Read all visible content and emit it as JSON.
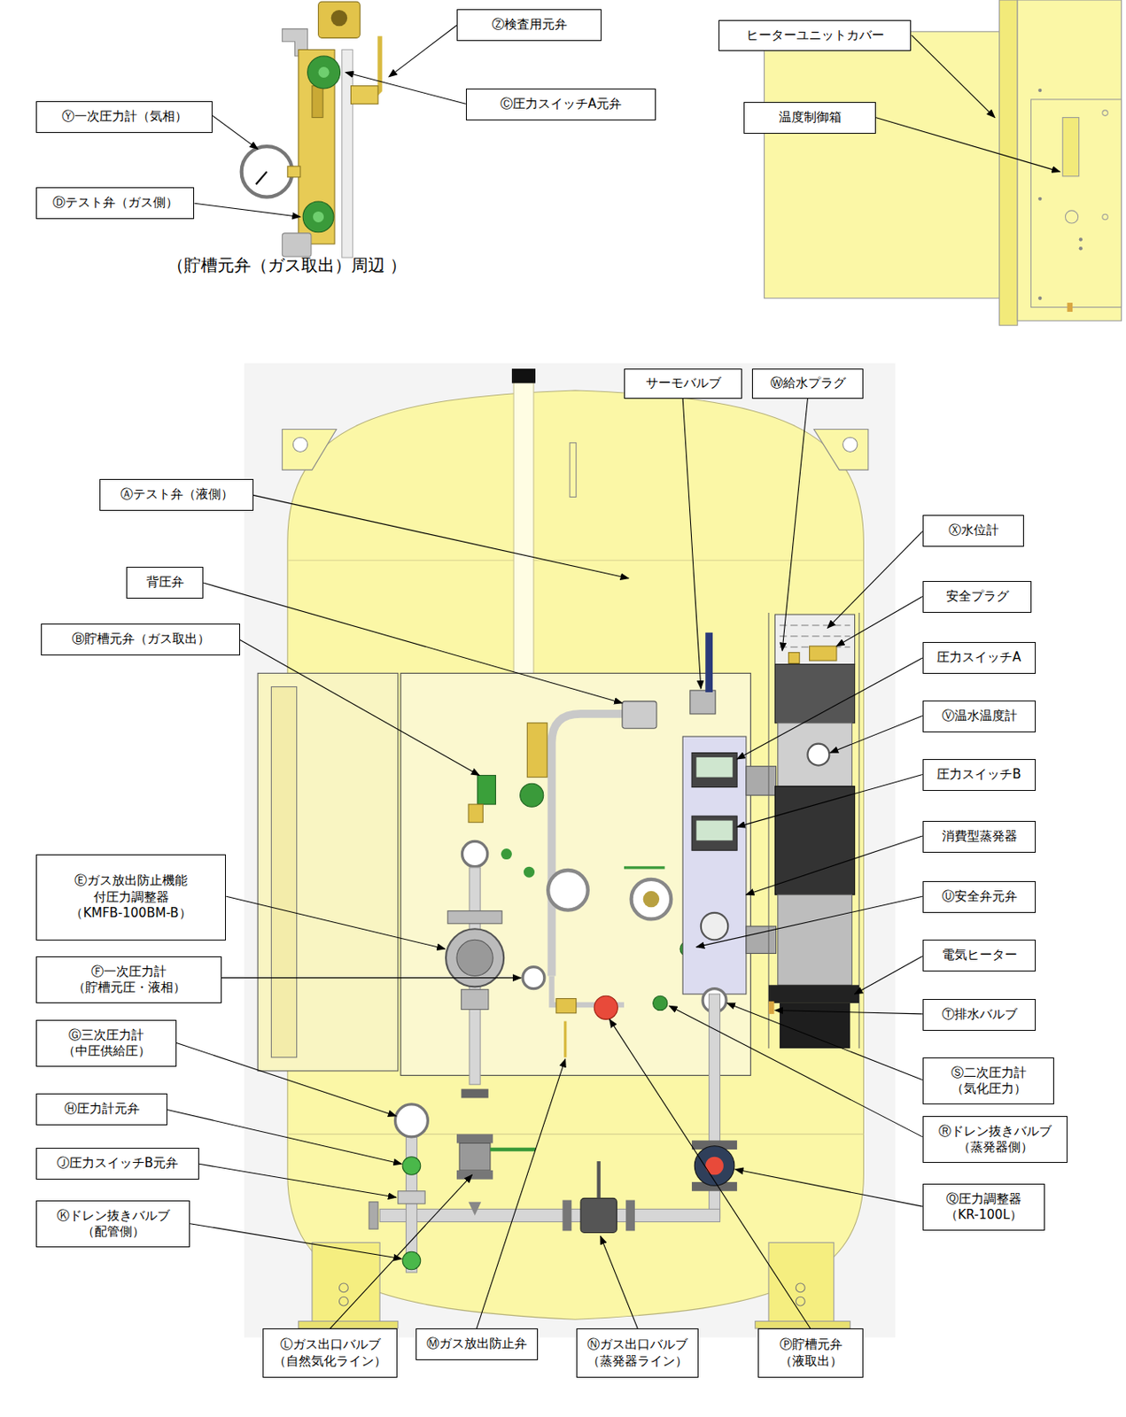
{
  "diagram": {
    "nodes": [
      {
        "text": [
          "Ⓩ検査用元弁"
        ]
      },
      {
        "text": [
          "Ⓨ一次圧力計（気相）"
        ]
      },
      {
        "text": [
          "Ⓒ圧力スイッチA元弁"
        ]
      },
      {
        "text": [
          "Ⓓテスト弁（ガス側）"
        ]
      },
      {
        "text": [
          "ヒーターユニットカバー"
        ]
      },
      {
        "text": [
          "温度制御箱"
        ]
      },
      {
        "text": [
          "サーモバルブ"
        ]
      },
      {
        "text": [
          "Ⓦ給水プラグ"
        ]
      },
      {
        "text": [
          "Ⓐテスト弁（液側）"
        ]
      },
      {
        "text": [
          "Ⓧ水位計"
        ]
      },
      {
        "text": [
          "背圧弁"
        ]
      },
      {
        "text": [
          "安全プラグ"
        ]
      },
      {
        "text": [
          "Ⓑ貯槽元弁（ガス取出）"
        ]
      },
      {
        "text": [
          "圧力スイッチA"
        ]
      },
      {
        "text": [
          "Ⓥ温水温度計"
        ]
      },
      {
        "text": [
          "圧力スイッチB"
        ]
      },
      {
        "text": [
          "消費型蒸発器"
        ]
      },
      {
        "text": [
          "Ⓔガス放出防止機能 付圧力調整器 （KMFB-100BM-B）"
        ]
      },
      {
        "text": [
          "Ⓤ安全弁元弁"
        ]
      },
      {
        "text": [
          "Ⓕ一次圧力計 （貯槽元圧・液相）"
        ]
      },
      {
        "text": [
          "電気ヒーター"
        ]
      },
      {
        "text": [
          "Ⓖ三次圧力計 （中圧供給圧）"
        ]
      },
      {
        "text": [
          "Ⓣ排水バルブ"
        ]
      },
      {
        "text": [
          "Ⓗ圧力計元弁"
        ]
      },
      {
        "text": [
          "Ⓢ二次圧力計 （気化圧力）"
        ]
      },
      {
        "text": [
          "Ⓙ圧力スイッチB元弁"
        ]
      },
      {
        "text": [
          "Ⓡドレン抜きバルブ （蒸発器側）"
        ]
      },
      {
        "text": [
          "Ⓚドレン抜きバルブ （配管側）"
        ]
      },
      {
        "text": [
          "Ⓠ圧力調整器 （KR-100L）"
        ]
      },
      {
        "text": [
          "Ⓛガス出口バルブ （自然気化ライン）"
        ]
      },
      {
        "text": [
          "Ⓜガス放出防止弁"
        ]
      },
      {
        "text": [
          "Ⓝガス出口バルブ （蒸発器ライン）"
        ]
      },
      {
        "text": [
          "Ⓟ貯槽元弁 （液取出）"
        ]
      }
    ],
    "labels": [
      "（貯槽元弁（ガス取出）周辺 ）"
    ]
  }
}
